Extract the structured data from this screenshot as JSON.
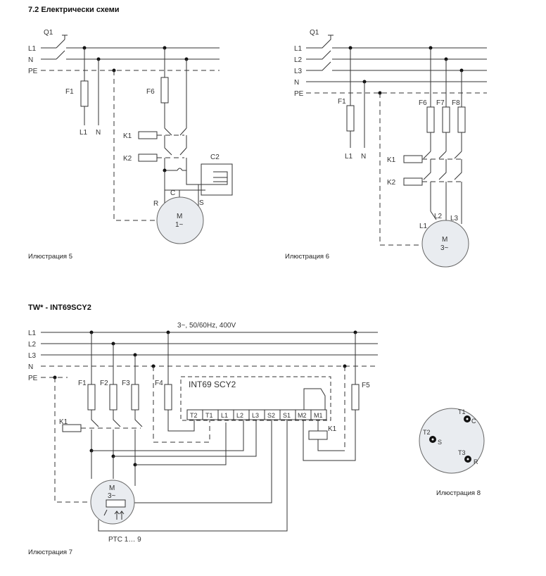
{
  "headings": {
    "section": "7.2 Електрически схеми",
    "tw": "TW* - INT69SCY2"
  },
  "captions": {
    "ill5": "Илюстрация 5",
    "ill6": "Илюстрация 6",
    "ill7": "Илюстрация 7",
    "ill8": "Илюстрация 8"
  },
  "ill5": {
    "q": "Q1",
    "l1": "L1",
    "n": "N",
    "pe": "PE",
    "f1": "F1",
    "f6": "F6",
    "out_l1": "L1",
    "out_n": "N",
    "k1": "K1",
    "k2": "K2",
    "c2": "C2",
    "r": "R",
    "c": "C",
    "s": "S",
    "m1": "M",
    "m2": "1~"
  },
  "ill6": {
    "q": "Q1",
    "l1": "L1",
    "l2": "L2",
    "l3": "L3",
    "n": "N",
    "pe": "PE",
    "f1": "F1",
    "f6": "F6",
    "f7": "F7",
    "f8": "F8",
    "out_l1": "L1",
    "out_n": "N",
    "k1": "K1",
    "k2": "K2",
    "ml1": "L1",
    "ml2": "L2",
    "ml3": "L3",
    "m1": "M",
    "m2": "3~"
  },
  "ill7": {
    "supply": "3~, 50/60Hz, 400V",
    "l1": "L1",
    "l2": "L2",
    "l3": "L3",
    "n": "N",
    "pe": "PE",
    "f1": "F1",
    "f2": "F2",
    "f3": "F3",
    "f4": "F4",
    "f5": "F5",
    "k1_left": "K1",
    "k1_right": "K1",
    "module": "INT69 SCY2",
    "terminals": [
      "T2",
      "T1",
      "L1",
      "L2",
      "L3",
      "S2",
      "S1",
      "M2",
      "M1"
    ],
    "m1": "M",
    "m2": "3~",
    "ptc": "PTC 1… 9"
  },
  "ill8": {
    "t1": "T1",
    "c": "C",
    "t2": "T2",
    "s": "S",
    "t3": "T3",
    "r": "R"
  }
}
